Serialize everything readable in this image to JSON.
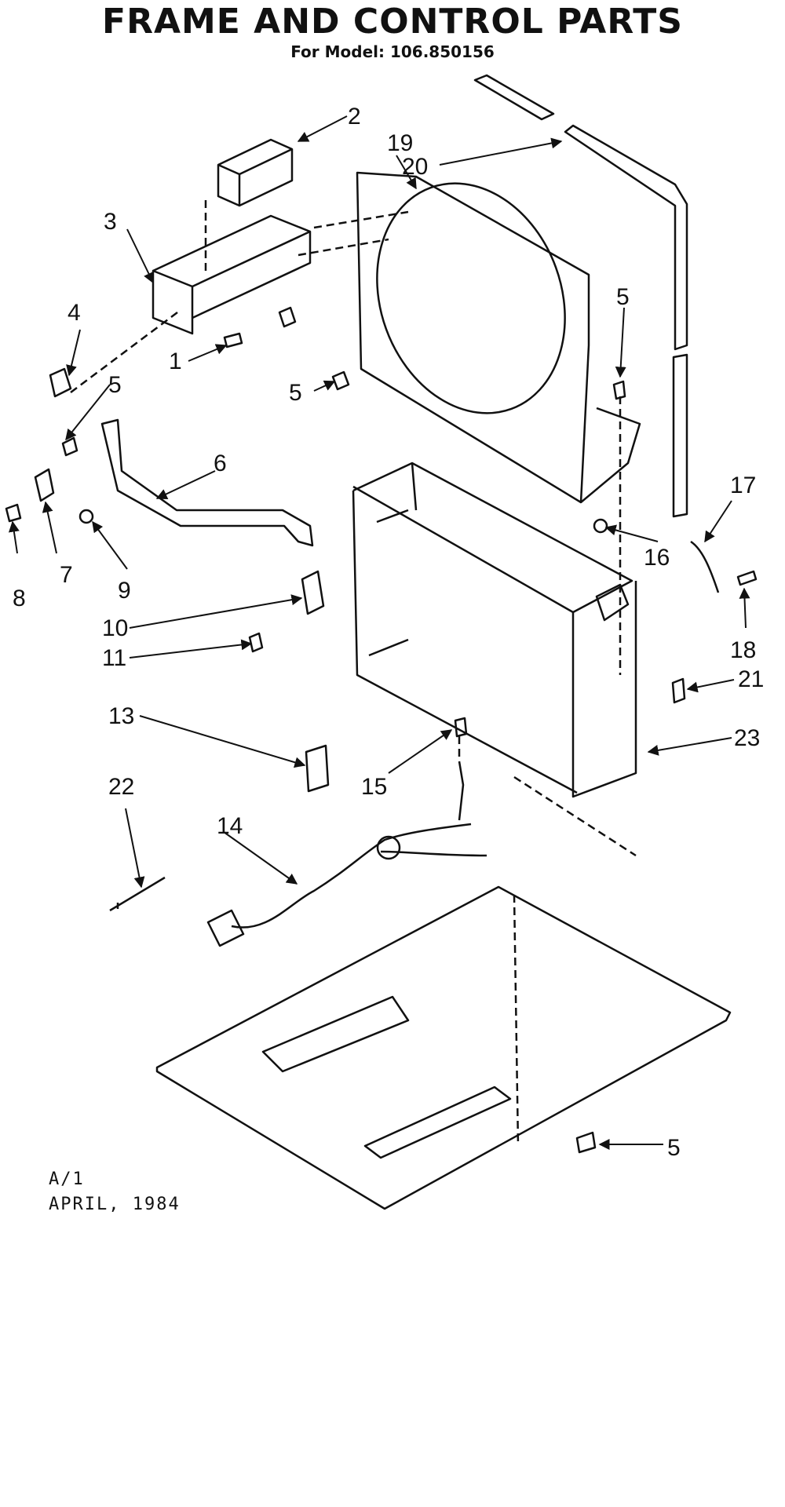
{
  "header": {
    "title": "FRAME AND CONTROL PARTS",
    "subtitle": "For Model: 106.850156"
  },
  "callouts": [
    {
      "id": "c1",
      "label": "1"
    },
    {
      "id": "c2",
      "label": "2"
    },
    {
      "id": "c3",
      "label": "3"
    },
    {
      "id": "c4",
      "label": "4"
    },
    {
      "id": "c5a",
      "label": "5"
    },
    {
      "id": "c5b",
      "label": "5"
    },
    {
      "id": "c5c",
      "label": "5"
    },
    {
      "id": "c5d",
      "label": "5"
    },
    {
      "id": "c6",
      "label": "6"
    },
    {
      "id": "c7",
      "label": "7"
    },
    {
      "id": "c8",
      "label": "8"
    },
    {
      "id": "c9",
      "label": "9"
    },
    {
      "id": "c10",
      "label": "10"
    },
    {
      "id": "c11",
      "label": "11"
    },
    {
      "id": "c13",
      "label": "13"
    },
    {
      "id": "c14",
      "label": "14"
    },
    {
      "id": "c15",
      "label": "15"
    },
    {
      "id": "c16",
      "label": "16"
    },
    {
      "id": "c17",
      "label": "17"
    },
    {
      "id": "c18",
      "label": "18"
    },
    {
      "id": "c19",
      "label": "19"
    },
    {
      "id": "c20",
      "label": "20"
    },
    {
      "id": "c21",
      "label": "21"
    },
    {
      "id": "c22",
      "label": "22"
    },
    {
      "id": "c23",
      "label": "23"
    }
  ],
  "footer": {
    "page": "A/1",
    "date": "APRIL, 1984"
  }
}
